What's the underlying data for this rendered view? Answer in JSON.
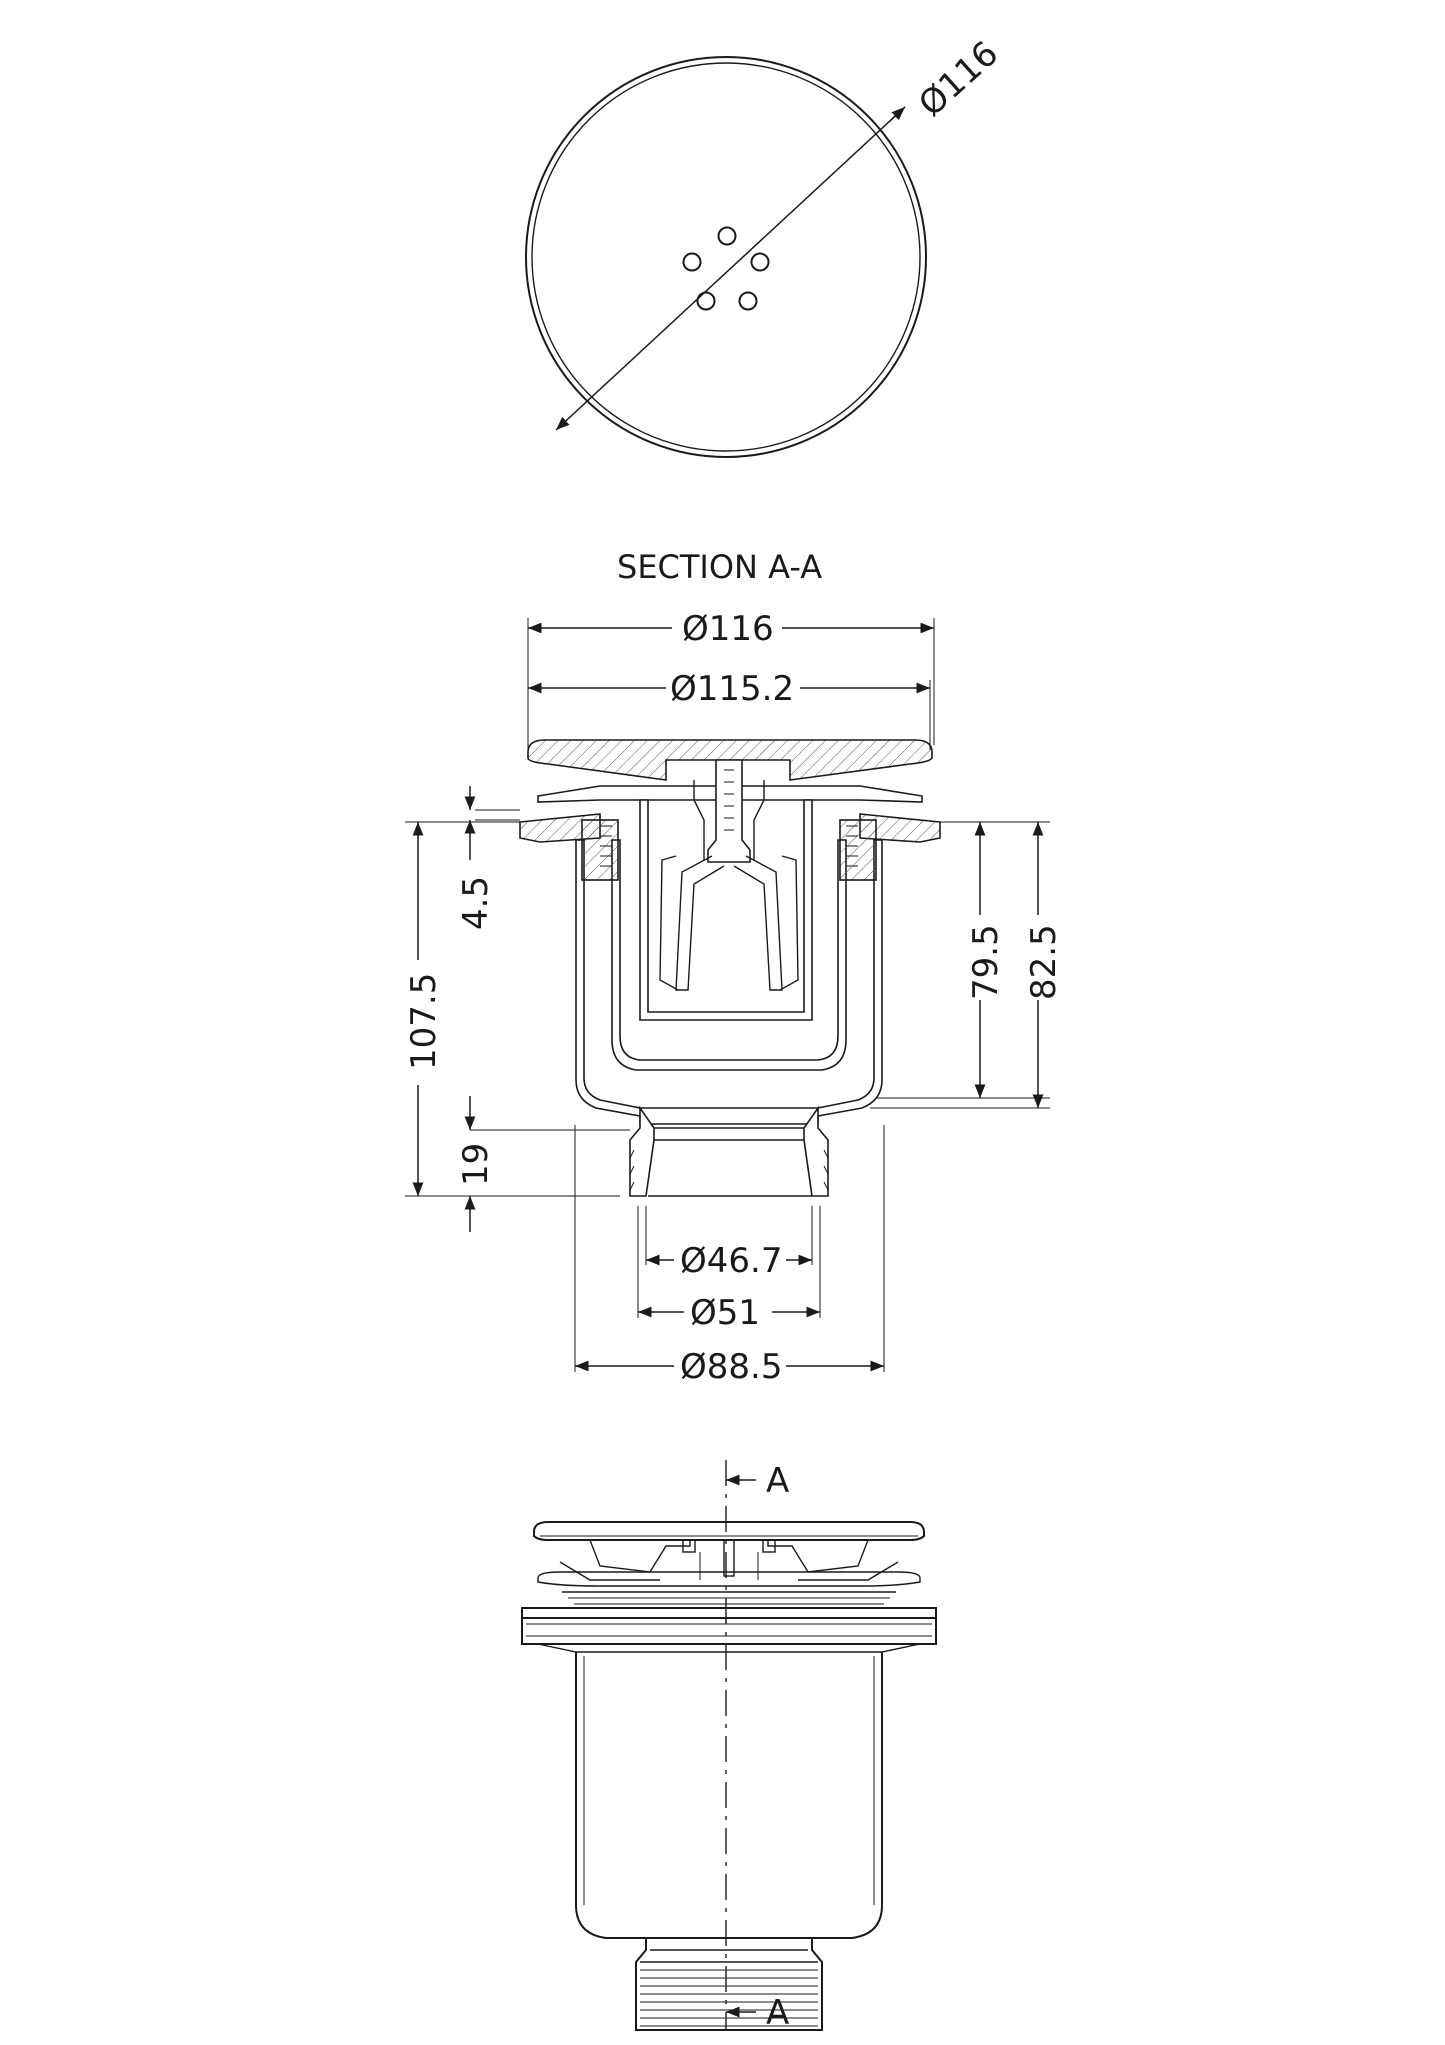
{
  "top_view": {
    "diameter_label": "Ø116"
  },
  "section": {
    "title": "SECTION A-A",
    "labels": {
      "d116": "Ø116",
      "d115_2": "Ø115.2",
      "h4_5": "4.5",
      "h107_5": "107.5",
      "h19": "19",
      "h79_5": "79.5",
      "h82_5": "82.5",
      "d46_7": "Ø46.7",
      "d51": "Ø51",
      "d88_5": "Ø88.5"
    }
  },
  "side_view": {
    "section_mark_top": "A",
    "section_mark_bottom": "A"
  }
}
